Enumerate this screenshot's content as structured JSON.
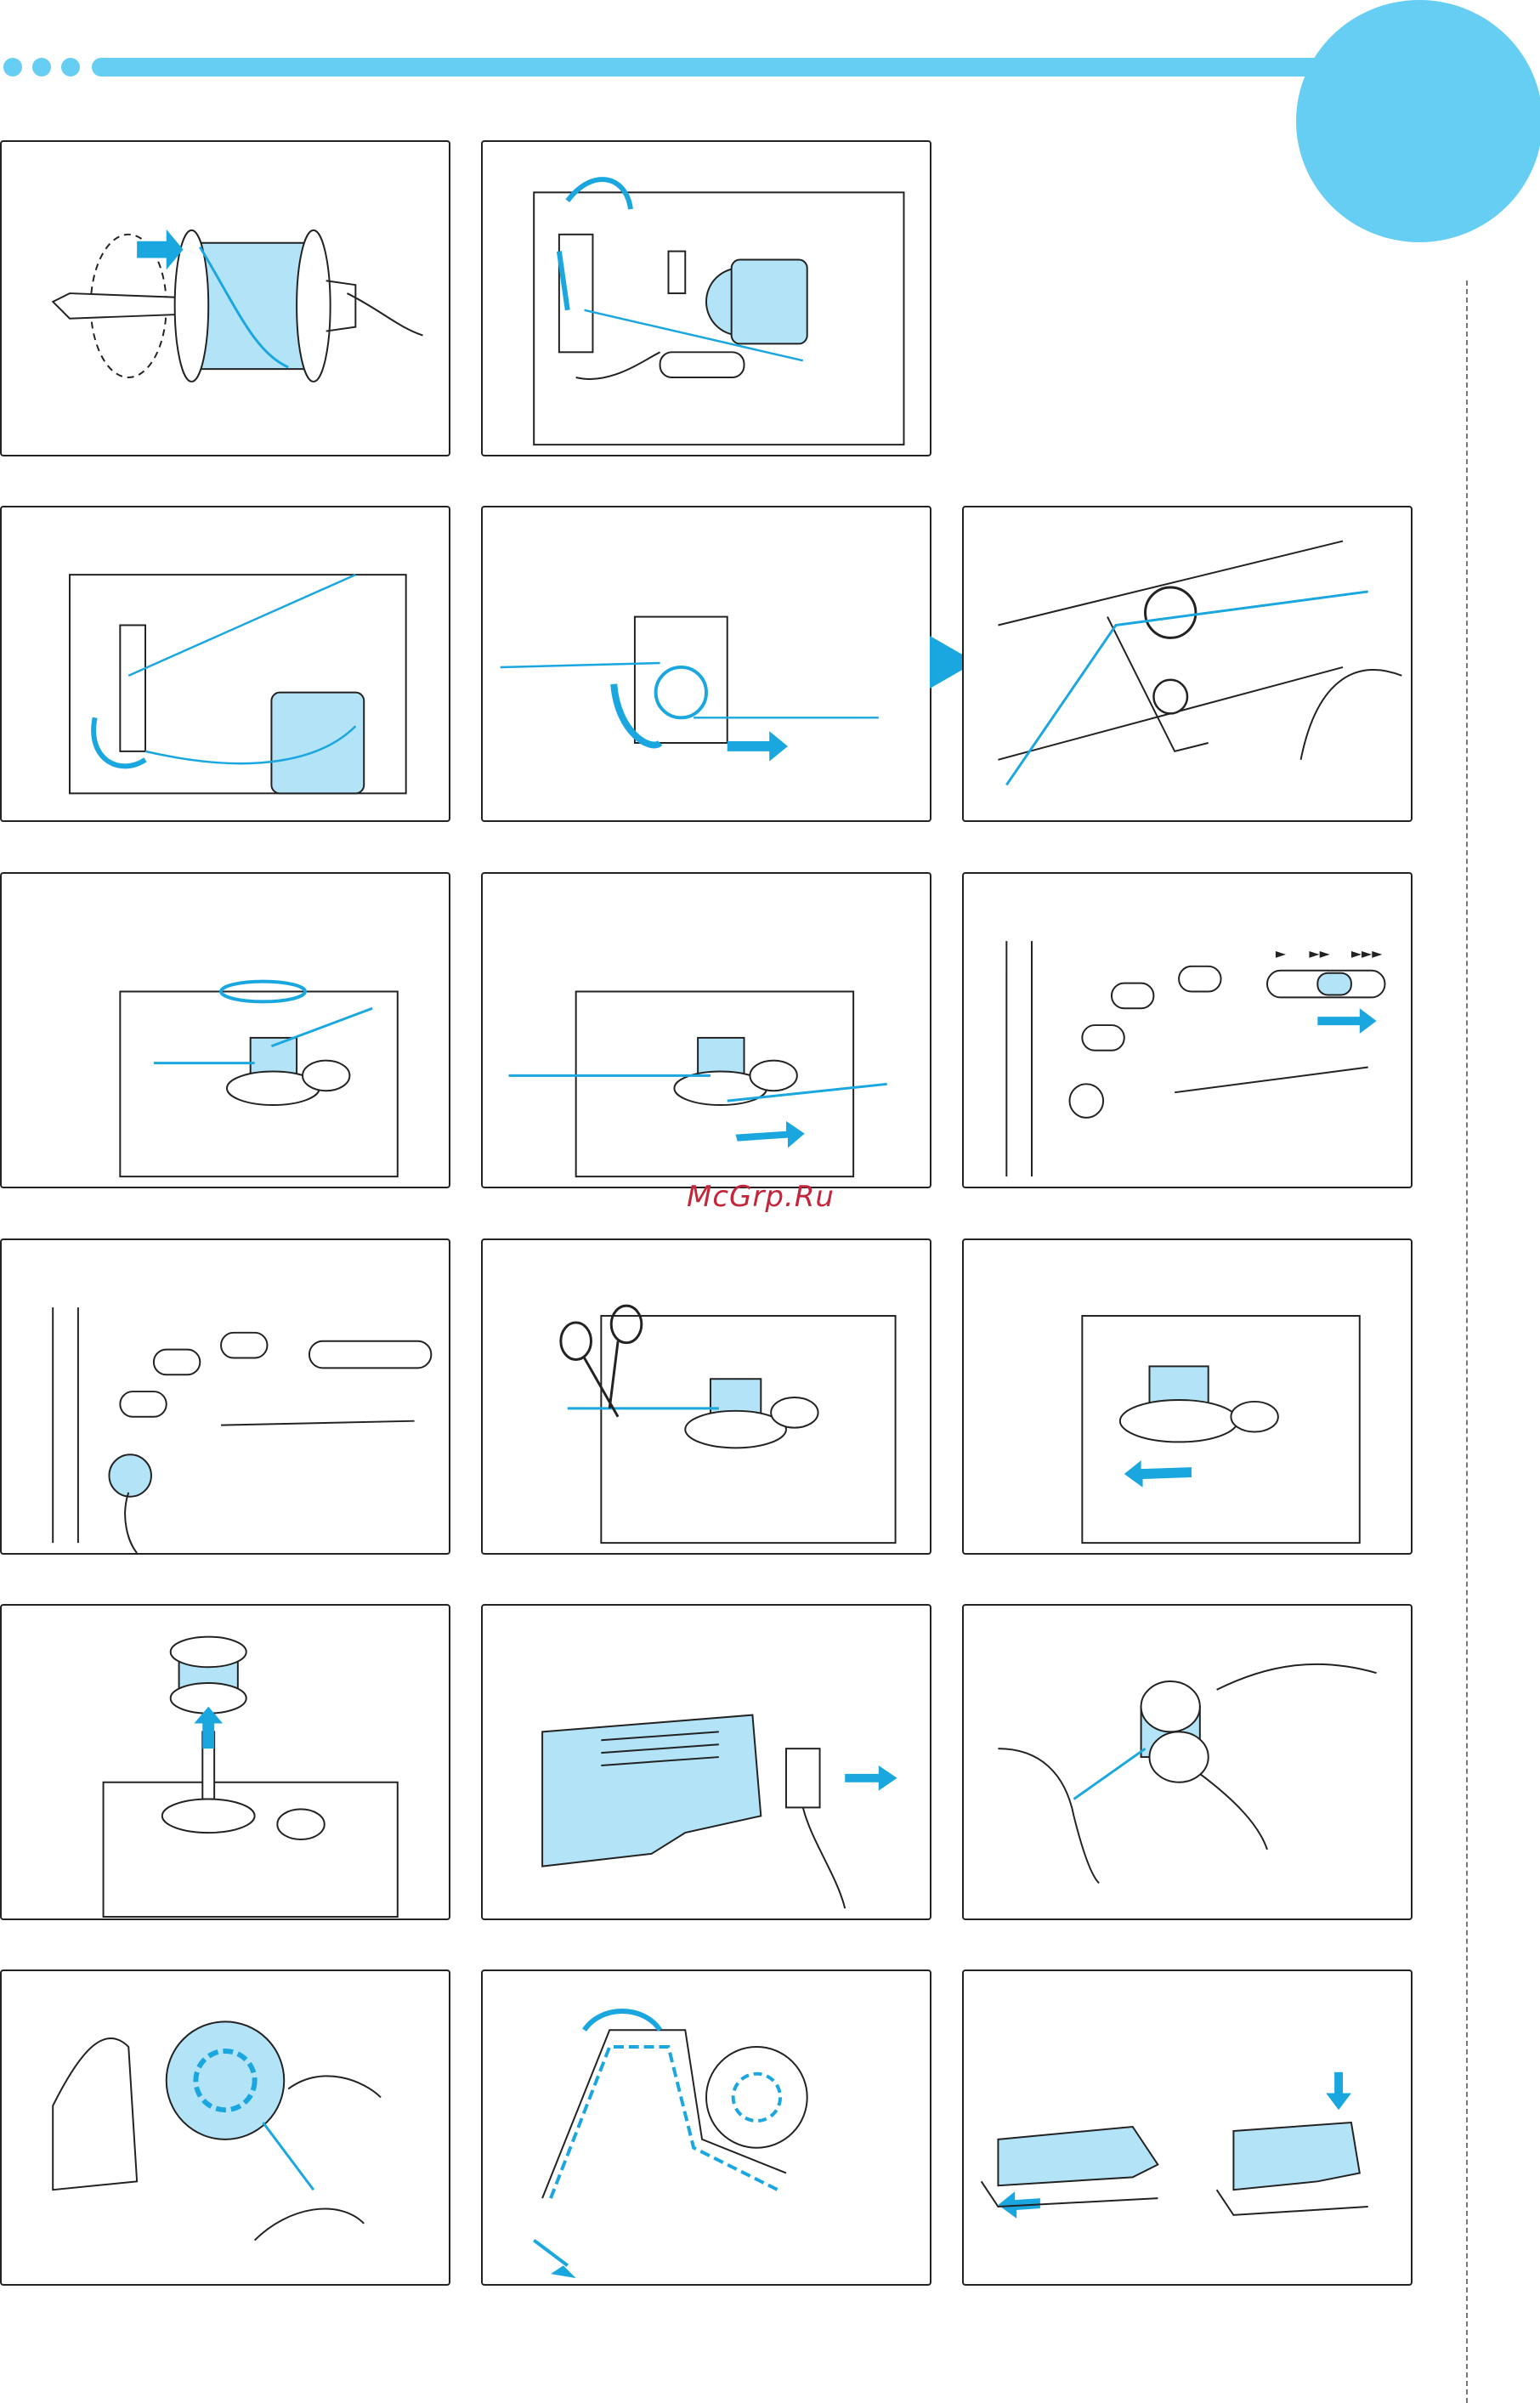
{
  "watermark": {
    "text": "McGrp.Ru"
  },
  "colors": {
    "accent": "#67cef3",
    "thread": "#1aa7e0",
    "fill": "#b3e3f7",
    "stroke": "#222222"
  },
  "speed_indicator": {
    "labels": [
      "►",
      "►►",
      "►►►"
    ]
  },
  "panels": [
    {
      "id": "spool-on-pin"
    },
    {
      "id": "thread-guide-pass"
    },
    {
      "id": "thread-around-guide"
    },
    {
      "id": "tension-disc-wind"
    },
    {
      "id": "thread-through-guide-hook"
    },
    {
      "id": "wrap-thread-on-bobbin"
    },
    {
      "id": "bobbin-winder-right"
    },
    {
      "id": "speed-slider-set"
    },
    {
      "id": "press-start-button"
    },
    {
      "id": "cut-thread-scissors"
    },
    {
      "id": "move-winder-left"
    },
    {
      "id": "remove-bobbin"
    },
    {
      "id": "slide-cover-plate-open"
    },
    {
      "id": "hold-bobbin"
    },
    {
      "id": "insert-bobbin-case"
    },
    {
      "id": "guide-thread-path"
    },
    {
      "id": "close-cover-plate"
    }
  ]
}
